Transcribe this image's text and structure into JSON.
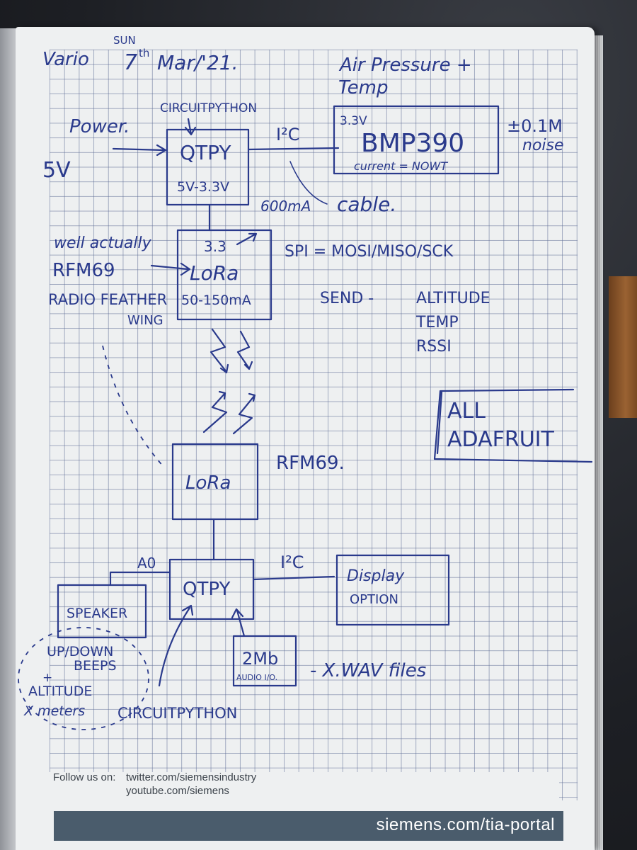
{
  "header": {
    "title": "Vario",
    "day": "SUN",
    "date_num": "7",
    "date_sup": "th",
    "date_rest": "Mar/'21."
  },
  "top": {
    "power_label": "Power.",
    "voltage_label": "5V",
    "circuitpython_top": "CIRCUITPYTHON",
    "qtpy_label": "QTPY",
    "qtpy_regulator": "5V-3.3V",
    "current_600": "600mA",
    "i2c_label": "I²C",
    "cable_label": "cable.",
    "sensor_heading_line1": "Air Pressure +",
    "sensor_heading_line2": "Temp",
    "bmp_voltage": "3.3V",
    "bmp_name": "BMP390",
    "bmp_current": "current = NOWT",
    "noise_line1": "±0.1M",
    "noise_line2": "noise"
  },
  "radio": {
    "note_line1": "well actually",
    "note_line2": "RFM69",
    "note_line3": "RADIO FEATHER",
    "note_line4": "WING",
    "voltage": "3.3",
    "lora_label": "LoRa",
    "lora_current": "50-150mA",
    "spi_label": "SPI = MOSI/MISO/SCK",
    "send_label": "SEND -",
    "send_item1": "ALTITUDE",
    "send_item2": "TEMP",
    "send_item3": "RSSI",
    "adafruit_line1": "ALL",
    "adafruit_line2": "ADAFRUIT"
  },
  "bottom": {
    "lora_label": "LoRa",
    "rfm69_label": "RFM69.",
    "qtpy_label": "QTPY",
    "a0_label": "A0",
    "i2c_label": "I²C",
    "display_line1": "Display",
    "display_line2": "OPTION",
    "speaker_label": "SPEAKER",
    "beeps_line1": "UP/DOWN",
    "beeps_line2": "BEEPS",
    "beeps_plus": "+",
    "beeps_line3": "ALTITUDE",
    "beeps_line4": "X meters",
    "storage_label": "2Mb",
    "storage_sub": "AUDIO I/O.",
    "wav_label": "- X.WAV files",
    "circuitpython_bottom": "CIRCUITPYTHON"
  },
  "footer": {
    "follow_label": "Follow us on:",
    "link1": "twitter.com/siemensindustry",
    "link2": "youtube.com/siemens",
    "url": "siemens.com/tia-portal"
  },
  "colors": {
    "ink": "#2a3a8c",
    "paper": "#eef0f1",
    "grid": "#606e96",
    "footer_bar": "#4a5c6c"
  }
}
